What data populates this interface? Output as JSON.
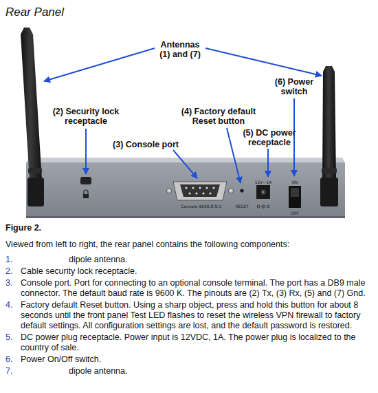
{
  "diagram": {
    "title": "Rear Panel",
    "caption": "Figure 2.",
    "labels": [
      "Antennas (1) and (7)",
      "(6) Power switch",
      "(2) Security lock receptacle",
      "(4) Factory default Reset button",
      "(5) DC power receptacle",
      "(3) Console port",
      "12V⎓1A",
      "Console 9600,8,N,1",
      "RESET",
      "ON",
      "OFF",
      "Viewed from left to right, the rear panel contains the following components:",
      "1.",
      "dipole antenna.",
      "2.",
      "Cable security lock receptacle.",
      "3.",
      "Console port. Port for connecting to an optional console terminal. The port has a DB9 male connector. The default baud rate is 9600 K. The pinouts are (2) Tx, (3) Rx, (5) and (7) Gnd.",
      "4.",
      "Factory default Reset button. Using a sharp object, press and hold this button for about 8 seconds until the front panel Test LED flashes to reset the wireless VPN firewall to factory default settings. All configuration settings are lost, and the default password is restored.",
      "5.",
      "DC power plug receptacle. Power input is 12VDC, 1A. The power plug is localized to the country of sale.",
      "6.",
      "Power On/Off switch.",
      "7.",
      "dipole antenna."
    ]
  }
}
